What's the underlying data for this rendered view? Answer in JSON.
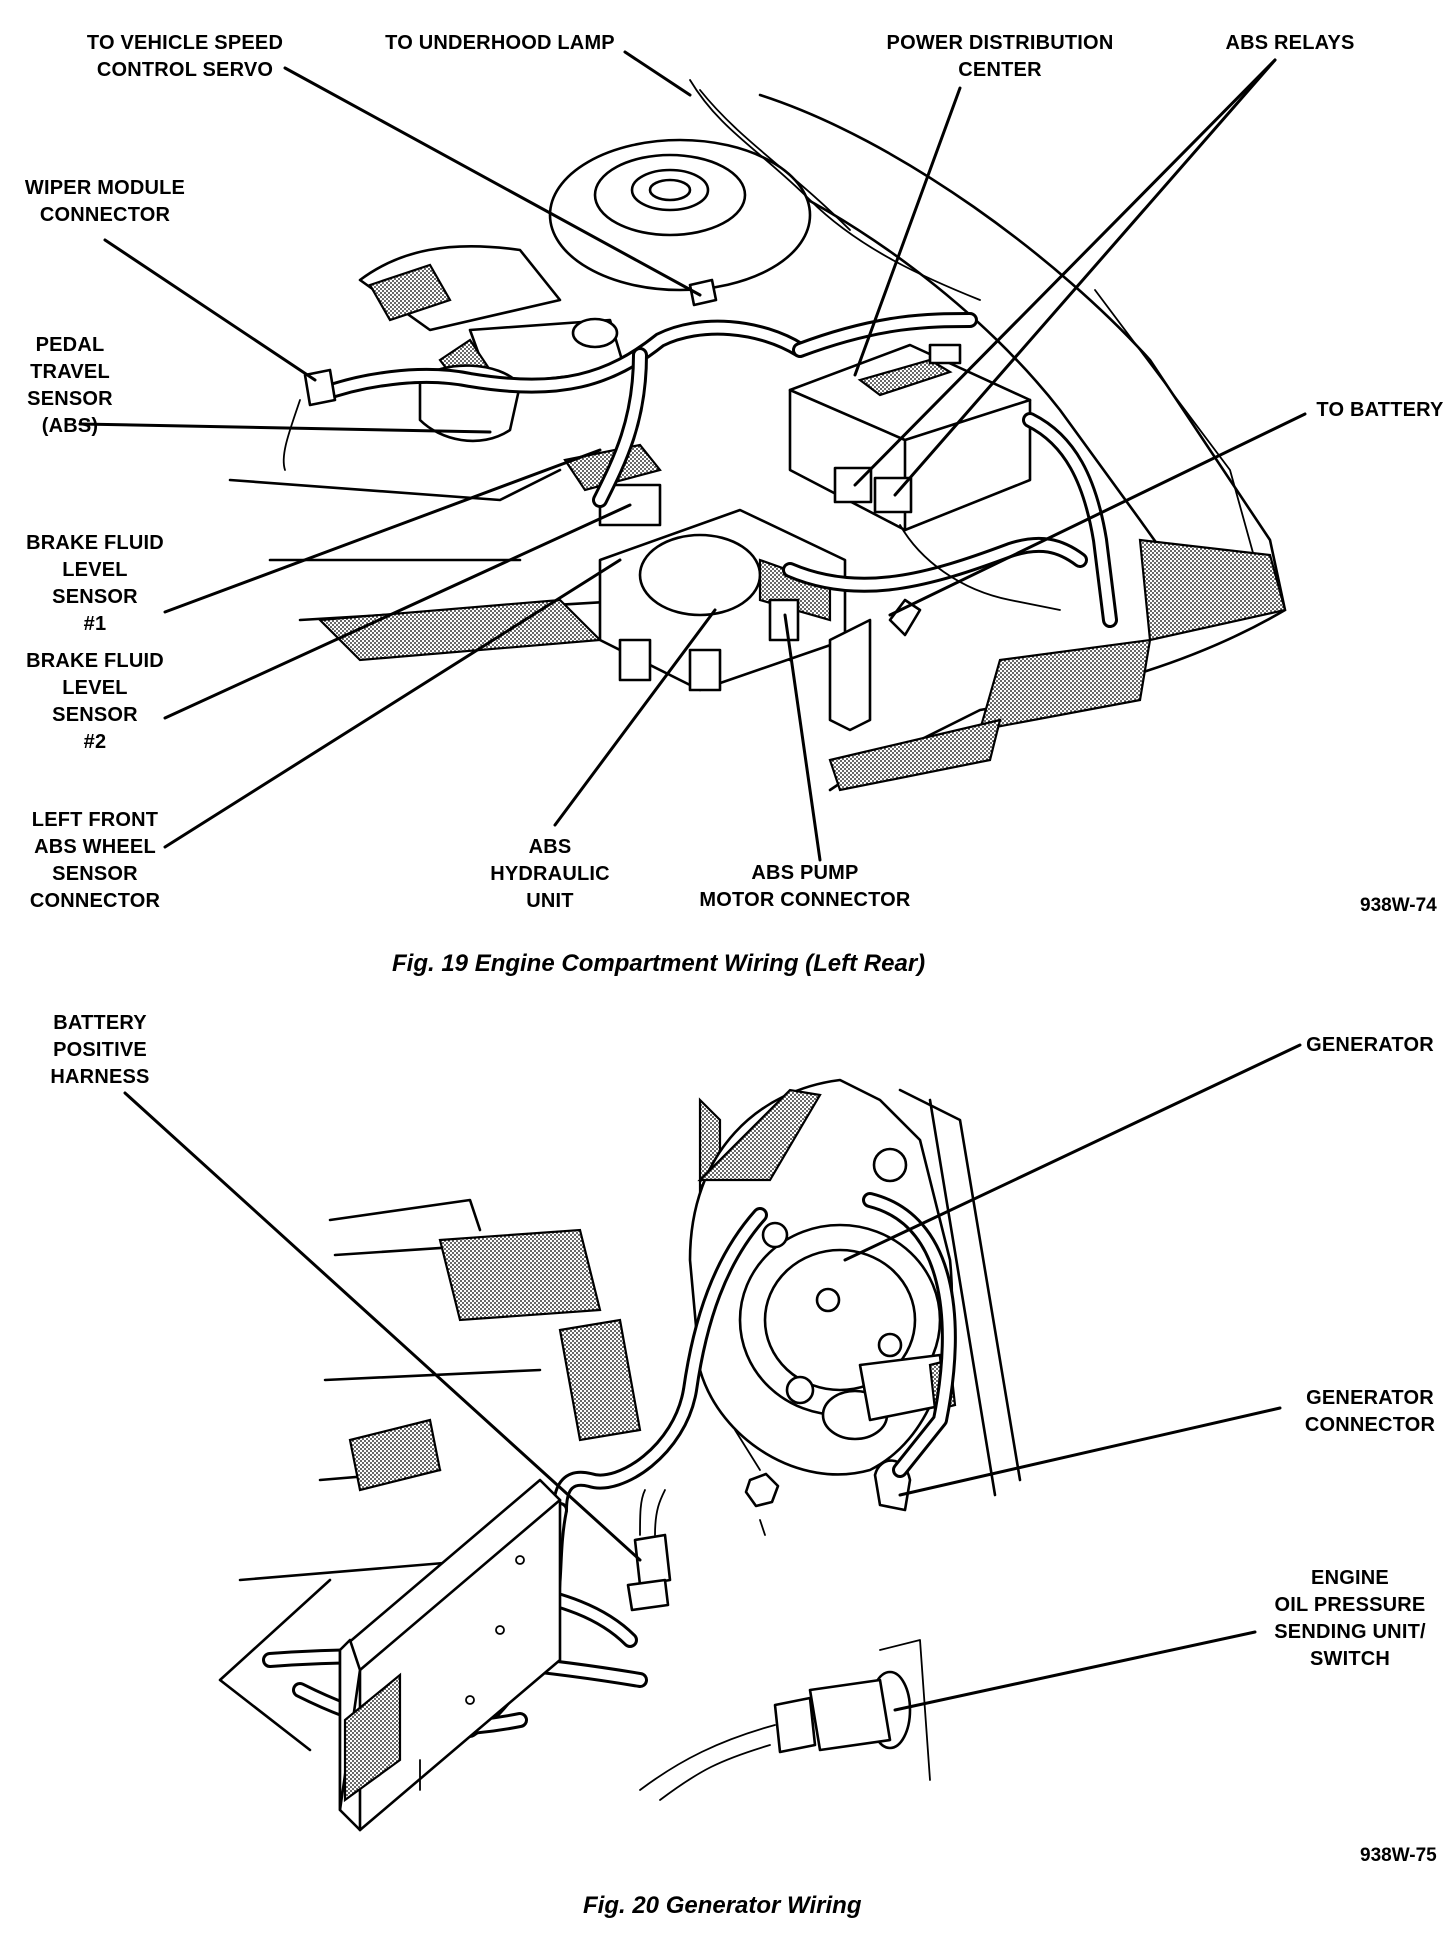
{
  "fig19": {
    "labels": {
      "speed_servo": "TO VEHICLE SPEED\nCONTROL SERVO",
      "underhood_lamp": "TO UNDERHOOD LAMP",
      "pdc": "POWER DISTRIBUTION\nCENTER",
      "abs_relays": "ABS RELAYS",
      "wiper_module": "WIPER MODULE\nCONNECTOR",
      "pedal_travel": "PEDAL\nTRAVEL\nSENSOR\n(ABS)",
      "to_battery": "TO BATTERY",
      "brake_fluid_1": "BRAKE FLUID\nLEVEL\nSENSOR\n#1",
      "brake_fluid_2": "BRAKE FLUID\nLEVEL\nSENSOR\n#2",
      "left_front_abs": "LEFT FRONT\nABS WHEEL\nSENSOR\nCONNECTOR",
      "abs_hydraulic": "ABS\nHYDRAULIC\nUNIT",
      "abs_pump": "ABS PUMP\nMOTOR CONNECTOR"
    },
    "code": "938W-74",
    "caption": "Fig. 19 Engine Compartment Wiring (Left Rear)"
  },
  "fig20": {
    "labels": {
      "battery_positive": "BATTERY\nPOSITIVE\nHARNESS",
      "generator": "GENERATOR",
      "generator_connector": "GENERATOR\nCONNECTOR",
      "oil_pressure": "ENGINE\nOIL PRESSURE\nSENDING UNIT/\nSWITCH"
    },
    "code": "938W-75",
    "caption": "Fig. 20 Generator Wiring"
  }
}
